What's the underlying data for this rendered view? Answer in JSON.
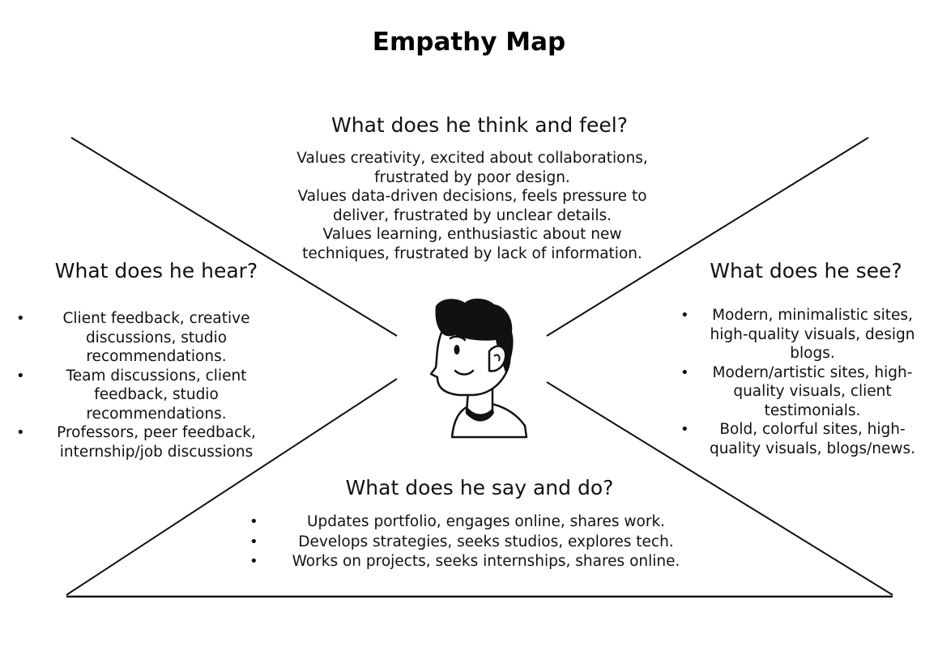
{
  "title": "Empathy Map",
  "think_feel": {
    "heading": "What does he think and feel?",
    "lines": [
      "Values creativity, excited about collaborations,",
      "frustrated by poor design.",
      "Values data-driven decisions, feels pressure to",
      "deliver, frustrated by unclear details.",
      "Values learning, enthusiastic about new",
      "techniques, frustrated by lack of information."
    ]
  },
  "hear": {
    "heading": "What does he hear?",
    "items": [
      {
        "lines": [
          "Client feedback, creative",
          "discussions, studio",
          "recommendations."
        ]
      },
      {
        "lines": [
          "Team discussions, client",
          "feedback, studio",
          "recommendations."
        ]
      },
      {
        "lines": [
          "Professors, peer feedback,",
          "internship/job discussions"
        ]
      }
    ]
  },
  "see": {
    "heading": "What does he see?",
    "items": [
      {
        "lines": [
          "Modern, minimalistic sites,",
          "high-quality visuals, design",
          "blogs."
        ]
      },
      {
        "lines": [
          "Modern/artistic sites, high-",
          "quality visuals, client",
          "testimonials."
        ]
      },
      {
        "lines": [
          "Bold, colorful sites, high-",
          "quality visuals, blogs/news."
        ]
      }
    ]
  },
  "say_do": {
    "heading": "What does he say and do?",
    "items": [
      "Updates portfolio, engages online, shares work.",
      "Develops strategies, seeks studios, explores tech.",
      "Works on projects, seeks internships, shares online."
    ]
  },
  "bullet_char": "•",
  "avatar_icon": "person-avatar-icon"
}
